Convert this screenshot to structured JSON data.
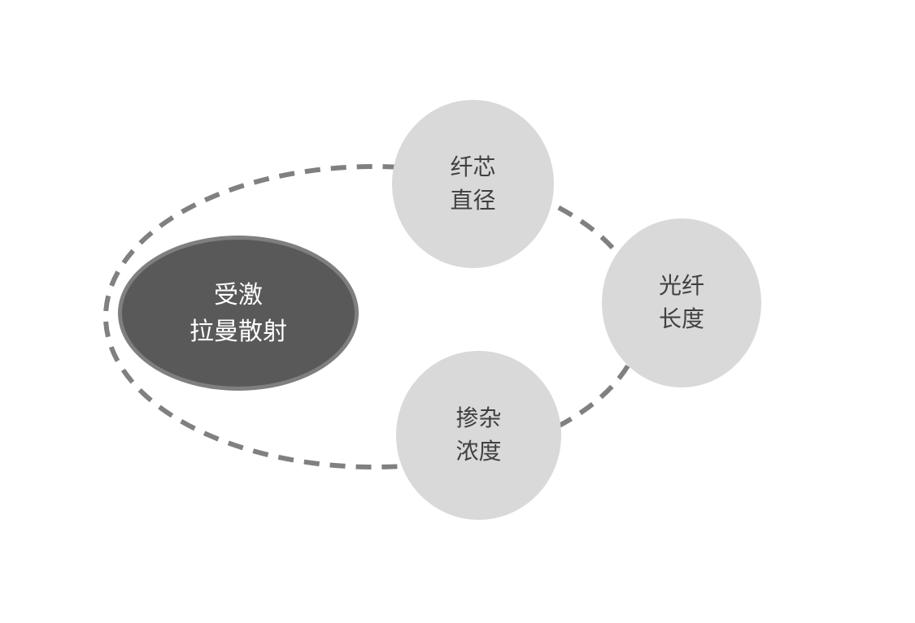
{
  "diagram": {
    "center_node": {
      "id": "stimulated-raman-scattering",
      "lines": [
        "受激",
        "拉曼散射"
      ]
    },
    "satellites": [
      {
        "id": "fiber-core-diameter",
        "lines": [
          "纤芯",
          "直径"
        ]
      },
      {
        "id": "fiber-length",
        "lines": [
          "光纤",
          "长度"
        ]
      },
      {
        "id": "doping-concentration",
        "lines": [
          "掺杂",
          "浓度"
        ]
      }
    ],
    "colors": {
      "background": "#ffffff",
      "center_fill": "#595959",
      "center_border": "#7f7f7f",
      "center_text": "#ffffff",
      "satellite_fill": "#d9d9d9",
      "satellite_text": "#404040",
      "orbit_stroke": "#808080"
    }
  }
}
